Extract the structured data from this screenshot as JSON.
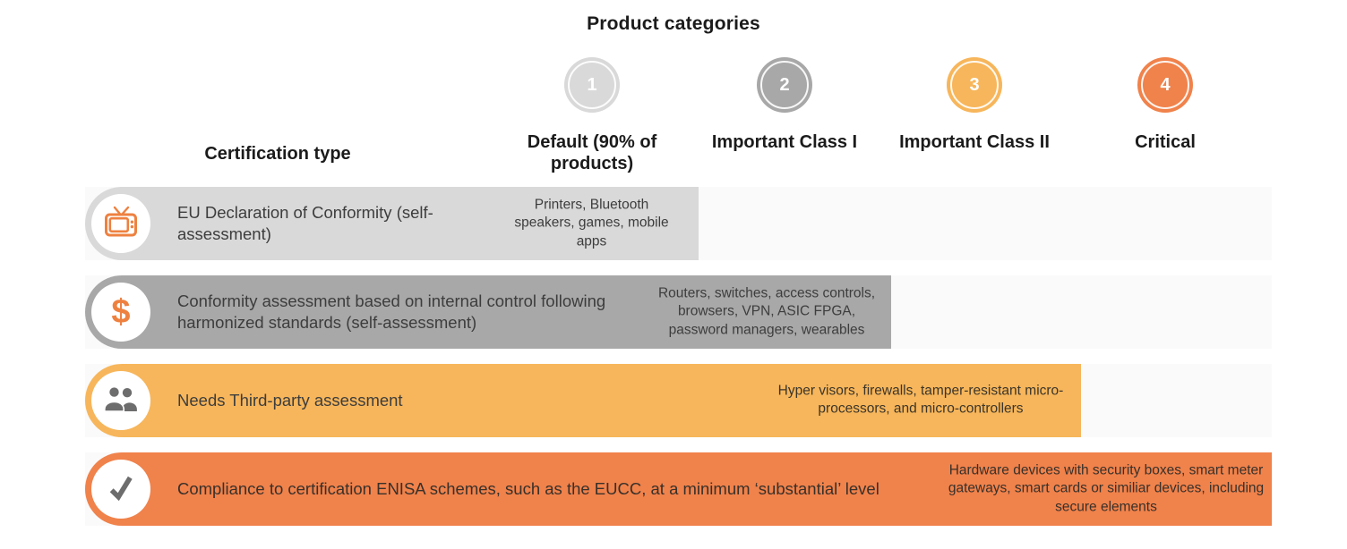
{
  "title": "Product categories",
  "certification_type_header": "Certification type",
  "columns": [
    {
      "number": "1",
      "label": "Default (90% of products)",
      "color": "#d9d9d9"
    },
    {
      "number": "2",
      "label": "Important Class I",
      "color": "#a8a8a8"
    },
    {
      "number": "3",
      "label": "Important Class II",
      "color": "#f7b65b"
    },
    {
      "number": "4",
      "label": "Critical",
      "color": "#f0824b"
    }
  ],
  "rows": [
    {
      "icon": "tv-icon",
      "label": "EU Declaration of Conformity (self-assessment)",
      "products": "Printers, Bluetooth speakers, games, mobile apps",
      "bar_color": "#d9d9d9"
    },
    {
      "icon": "dollar-icon",
      "label": "Conformity assessment based on internal control following harmonized standards (self-assessment)",
      "products": "Routers, switches, access controls, browsers, VPN, ASIC FPGA, password managers, wearables",
      "bar_color": "#a8a8a8"
    },
    {
      "icon": "people-icon",
      "label": "Needs Third-party assessment",
      "products": "Hyper visors, firewalls, tamper-resistant micro-processors, and micro-controllers",
      "bar_color": "#f7b65b"
    },
    {
      "icon": "check-icon",
      "label": "Compliance to certification ENISA schemes, such as the EUCC, at a minimum ‘substantial’ level",
      "products": "Hardware devices with security boxes, smart meter gateways, smart cards or similiar devices, including secure elements",
      "bar_color": "#f0824b"
    }
  ],
  "dollar_symbol": "$",
  "palette": {
    "row_strip": "#fafafa",
    "icon_orange": "#ee8140",
    "icon_gray": "#6d6d6d",
    "heading_text": "#1b1b1b",
    "body_text": "#3d3d3d",
    "circle_number_text": "#ffffff"
  }
}
